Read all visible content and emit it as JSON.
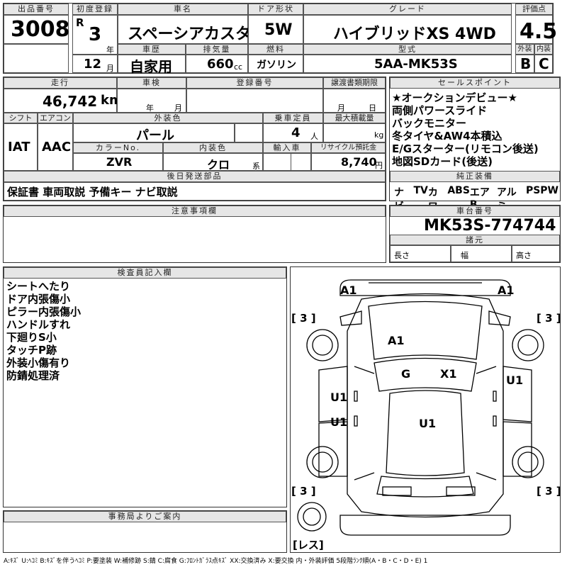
{
  "lot": {
    "label": "出品番号",
    "value": "3008"
  },
  "first_reg": {
    "label": "初度登録",
    "era": "R",
    "year": "3",
    "year_unit": "年",
    "month": "12",
    "month_unit": "月"
  },
  "car_name": {
    "label": "車名",
    "value": "スペーシアカスタム"
  },
  "door": {
    "label": "ドア形状",
    "value": "5W"
  },
  "grade": {
    "label": "グレード",
    "value": "ハイブリッドXS 4WD"
  },
  "score": {
    "label": "評価点",
    "value": "4.5"
  },
  "history": {
    "label": "車歴",
    "value": "自家用"
  },
  "displacement": {
    "label": "排気量",
    "value": "660",
    "unit": "cc"
  },
  "fuel": {
    "label": "燃料",
    "value": "ガソリン"
  },
  "model": {
    "label": "型式",
    "value": "5AA-MK53S"
  },
  "exterior_grade": {
    "label": "外装",
    "value": "B"
  },
  "interior_grade": {
    "label": "内装",
    "value": "C"
  },
  "mileage": {
    "label": "走行",
    "value": "46,742",
    "unit": "km"
  },
  "inspection": {
    "label": "車検",
    "year_unit": "年",
    "month_unit": "月"
  },
  "registration": {
    "label": "登録番号",
    "value": ""
  },
  "transfer_deadline": {
    "label": "譲渡書類期限",
    "month_unit": "月",
    "day_unit": "日"
  },
  "shift": {
    "label": "シフト",
    "value": "IAT"
  },
  "aircon": {
    "label": "エアコン",
    "value": "AAC"
  },
  "ext_color": {
    "label": "外装色",
    "value": "パール"
  },
  "capacity": {
    "label": "乗車定員",
    "value": "4",
    "unit": "人"
  },
  "max_load": {
    "label": "最大積載量",
    "unit": "kg"
  },
  "color_no": {
    "label": "カラーNo.",
    "value": "ZVR"
  },
  "int_color": {
    "label": "内装色",
    "value": "クロ",
    "unit": "系"
  },
  "import": {
    "label": "輸入車"
  },
  "recycle": {
    "label": "リサイクル預託金",
    "value": "8,740",
    "unit": "円"
  },
  "later_parts": {
    "label": "後日発送部品",
    "value": "保証書 車両取説 予備キー ナビ取説"
  },
  "sales_points": {
    "label": "セールスポイント",
    "lines": [
      "★オークションデビュー★",
      "両側パワースライド",
      "バックモニター",
      "冬タイヤ&AW4本積込",
      "E/Gスターター(リモコン後送)",
      "地図SDカード(後送)"
    ]
  },
  "equipment": {
    "label": "純正装備",
    "items": [
      "ナビ",
      "TV",
      "カワ",
      "ABS",
      "エアB",
      "アルミ",
      "PS",
      "PW"
    ]
  },
  "notes": {
    "label": "注意事項欄",
    "value": ""
  },
  "chassis": {
    "label": "車台番号",
    "value": "MK53S-774744"
  },
  "specs": {
    "label": "諸元",
    "length": "長さ",
    "width": "幅",
    "height": "高さ"
  },
  "inspector": {
    "label": "検査員記入欄",
    "lines": [
      "シートへたり",
      "ドア内張傷小",
      "ピラー内張傷小",
      "ハンドルすれ",
      "下廻りS小",
      "タッチP跡",
      "外装小傷有り",
      "防錆処理済"
    ]
  },
  "office": {
    "label": "事務局よりご案内",
    "value": ""
  },
  "diagram": {
    "codes": {
      "front_left": "A1",
      "front_right": "A1",
      "hood": "A1",
      "windshield": "G",
      "roof_front": "X1",
      "door_fl": "U1",
      "door_fr": "U1",
      "door_rl": "U1",
      "roof_rear": "U1"
    },
    "tires": {
      "fl": "[ 3 ]",
      "fr": "[ 3 ]",
      "rl": "[ 3 ]",
      "rr": "[ 3 ]",
      "spare": "[レス]"
    }
  },
  "legend": "A:ｷｽﾞ U:ﾍｺﾐ B:ｷｽﾞを伴うﾍｺﾐ P:要塗装 W:補修跡 S:錆 C:腐食 G:ﾌﾛﾝﾄｶﾞﾗｽ点ｷｽﾞ XX:交換済み X:要交換 内・外装評価 5段階ﾗﾝｸ順(A・B・C・D・E) 1"
}
